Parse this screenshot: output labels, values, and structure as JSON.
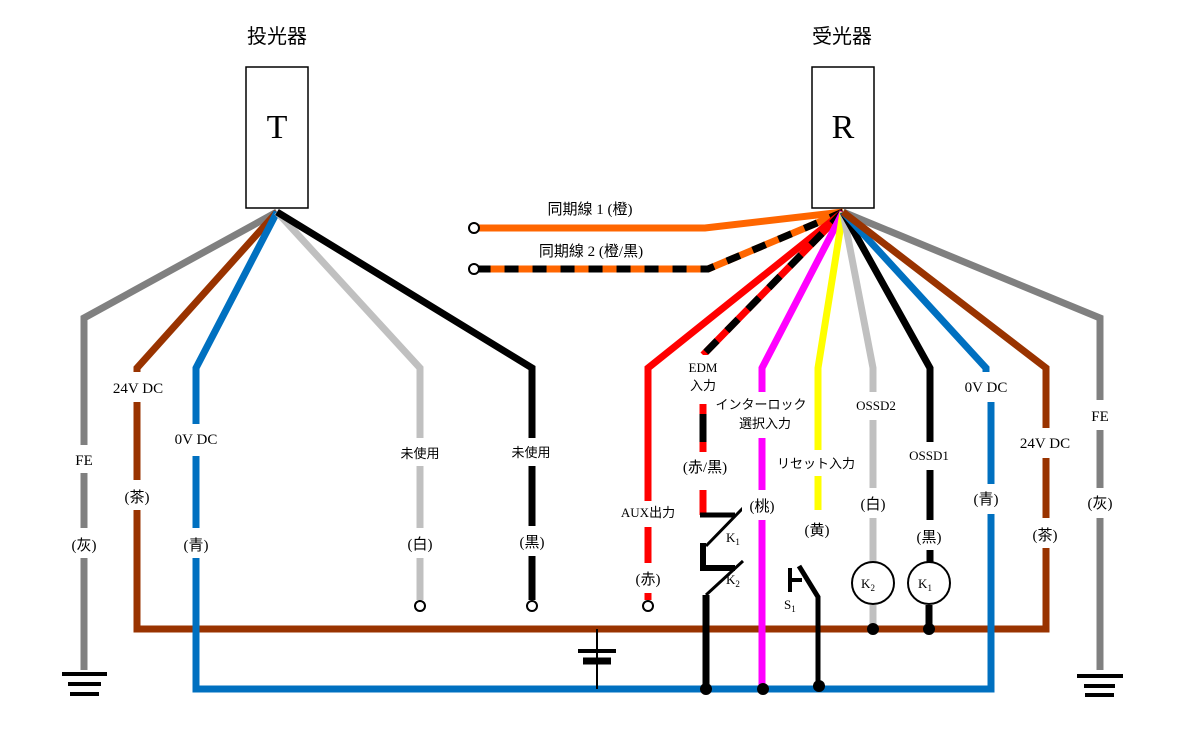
{
  "colors": {
    "gray": "#808080",
    "brown": "#993300",
    "blue": "#0070c0",
    "white_wire": "#c0c0c0",
    "black": "#000000",
    "orange": "#ff6600",
    "red": "#ff0000",
    "pink": "#ff00ff",
    "yellow": "#ffff00"
  },
  "transmitter": {
    "title": "投光器",
    "letter": "T",
    "wires": [
      {
        "name": "FE",
        "color": "(灰)"
      },
      {
        "name": "24V DC",
        "color": "(茶)"
      },
      {
        "name": "0V DC",
        "color": "(青)"
      },
      {
        "name": "未使用",
        "color": "(白)"
      },
      {
        "name": "未使用",
        "color": "(黒)"
      }
    ]
  },
  "receiver": {
    "title": "受光器",
    "letter": "R",
    "sync": [
      {
        "name": "同期線 1 (橙)"
      },
      {
        "name": "同期線 2 (橙/黒)"
      }
    ],
    "wires": [
      {
        "name": "AUX出力",
        "color": "(赤)"
      },
      {
        "name": "EDM",
        "name2": "入力",
        "color": "(赤/黒)"
      },
      {
        "name": "インターロック",
        "name2": "選択入力",
        "color": "(桃)"
      },
      {
        "name": "リセット入力",
        "color": "(黄)"
      },
      {
        "name": "OSSD2",
        "color": "(白)"
      },
      {
        "name": "OSSD1",
        "color": "(黒)"
      },
      {
        "name": "0V DC",
        "color": "(青)"
      },
      {
        "name": "24V DC",
        "color": "(茶)"
      },
      {
        "name": "FE",
        "color": "(灰)"
      }
    ]
  },
  "components": {
    "k1": "K",
    "k1_sub": "1",
    "k2": "K",
    "k2_sub": "2",
    "s1": "S",
    "s1_sub": "1"
  }
}
